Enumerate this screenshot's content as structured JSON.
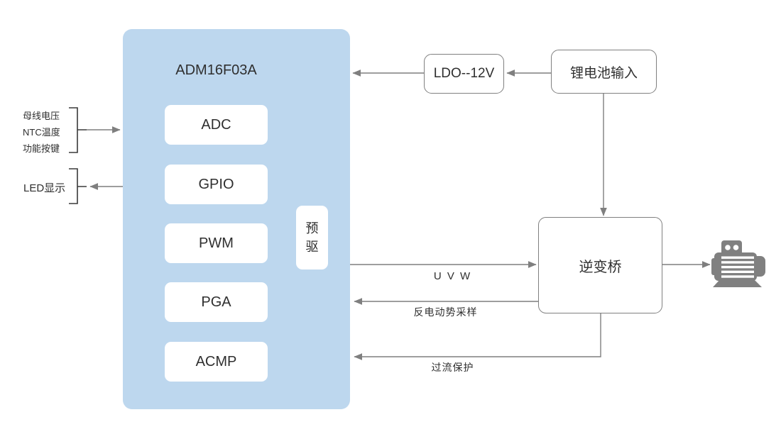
{
  "diagram": {
    "chip": {
      "title": "ADM16F03A",
      "modules": [
        "ADC",
        "GPIO",
        "PWM",
        "PGA",
        "ACMP"
      ],
      "predriver_label": "预驱"
    },
    "left_inputs": {
      "lines": [
        "母线电压",
        "NTC温度",
        "功能按键"
      ]
    },
    "led_label": "LED显示",
    "ldo_label": "LDO--12V",
    "battery_label": "锂电池输入",
    "inverter_label": "逆变桥",
    "flow_labels": {
      "uvw": "U V W",
      "back_emf": "反电动势采样",
      "overcurrent": "过流保护"
    },
    "icons": {
      "motor": "motor-icon"
    },
    "colors": {
      "chip_fill": "#bdd7ee",
      "line": "#7f7f7f",
      "box_border": "#808080",
      "bracket": "#3a3a3a",
      "motor": "#808080",
      "text": "#2f2f2f",
      "bg": "#ffffff"
    }
  }
}
